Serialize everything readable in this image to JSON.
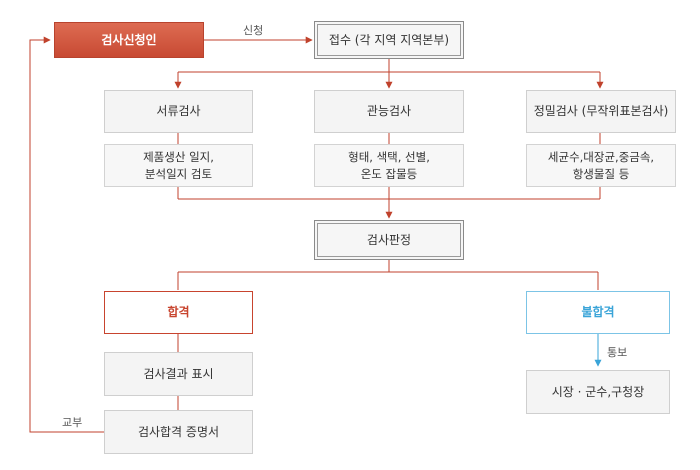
{
  "nodes": {
    "apply": "검사신청인",
    "receipt": "접수 (각 지역 지역본부)",
    "doc_check": "서류검사",
    "doc_check_detail": "제품생산 일지,\n분석일지 검토",
    "sensory_check": "관능검사",
    "sensory_check_detail": "형태, 색택, 선별,\n온도 잡물등",
    "precision_check": "정밀검사 (무작위표본검사)",
    "precision_check_detail": "세균수,대장균,중금속,\n항생물질 등",
    "judgment": "검사판정",
    "pass": "합격",
    "pass_mark": "검사결과 표시",
    "certificate": "검사합격 증명서",
    "fail": "불합격",
    "authority": "시장 · 군수,구청장"
  },
  "edge_labels": {
    "apply_to_receipt": "신청",
    "fail_notice": "통보",
    "issue": "교부"
  },
  "colors": {
    "line_red": "#c0422c",
    "line_blue": "#3aa4d8",
    "apply_fill": "#d5583f"
  }
}
